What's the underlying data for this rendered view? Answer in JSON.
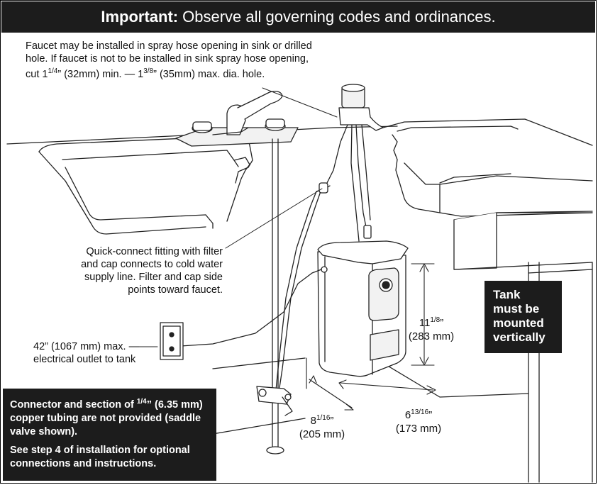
{
  "header": {
    "bold": "Important:",
    "text": "Observe all governing codes and ordinances."
  },
  "notes": {
    "faucet": [
      "Faucet may be installed in spray hose opening in sink or drilled",
      "hole. If faucet is not to be installed in sink spray hose opening,",
      "cut 1",
      "1/4",
      "” (32mm) min. — 1",
      "3/8",
      "” (35mm) max. dia. hole."
    ],
    "quick_connect": [
      "Quick-connect fitting with filter",
      "and cap connects to cold water",
      "supply line. Filter and cap side",
      "points toward faucet."
    ],
    "outlet": [
      "42” (1067 mm) max. —",
      "electrical outlet to tank"
    ]
  },
  "dimensions": {
    "height": {
      "whole": "11",
      "frac": "1/8",
      "unit": "”",
      "metric": "(283 mm)"
    },
    "depth": {
      "whole": "8",
      "frac": "1/16",
      "unit": "”",
      "metric": "(205 mm)"
    },
    "width": {
      "whole": "6",
      "frac": "13/16",
      "unit": "”",
      "metric": "(173 mm)"
    }
  },
  "tank_box": [
    "Tank",
    "must be",
    "mounted",
    "vertically"
  ],
  "info_box": {
    "p1_a": "Connector and section of ",
    "p1_frac": "1/4",
    "p1_b": "” (6.35 mm) copper tubing are not provided (saddle valve shown).",
    "p2": "See step 4 of installation for optional connections and instructions."
  },
  "colors": {
    "box_bg": "#1c1c1c",
    "line": "#222222",
    "fill": "#f2f2f2"
  }
}
